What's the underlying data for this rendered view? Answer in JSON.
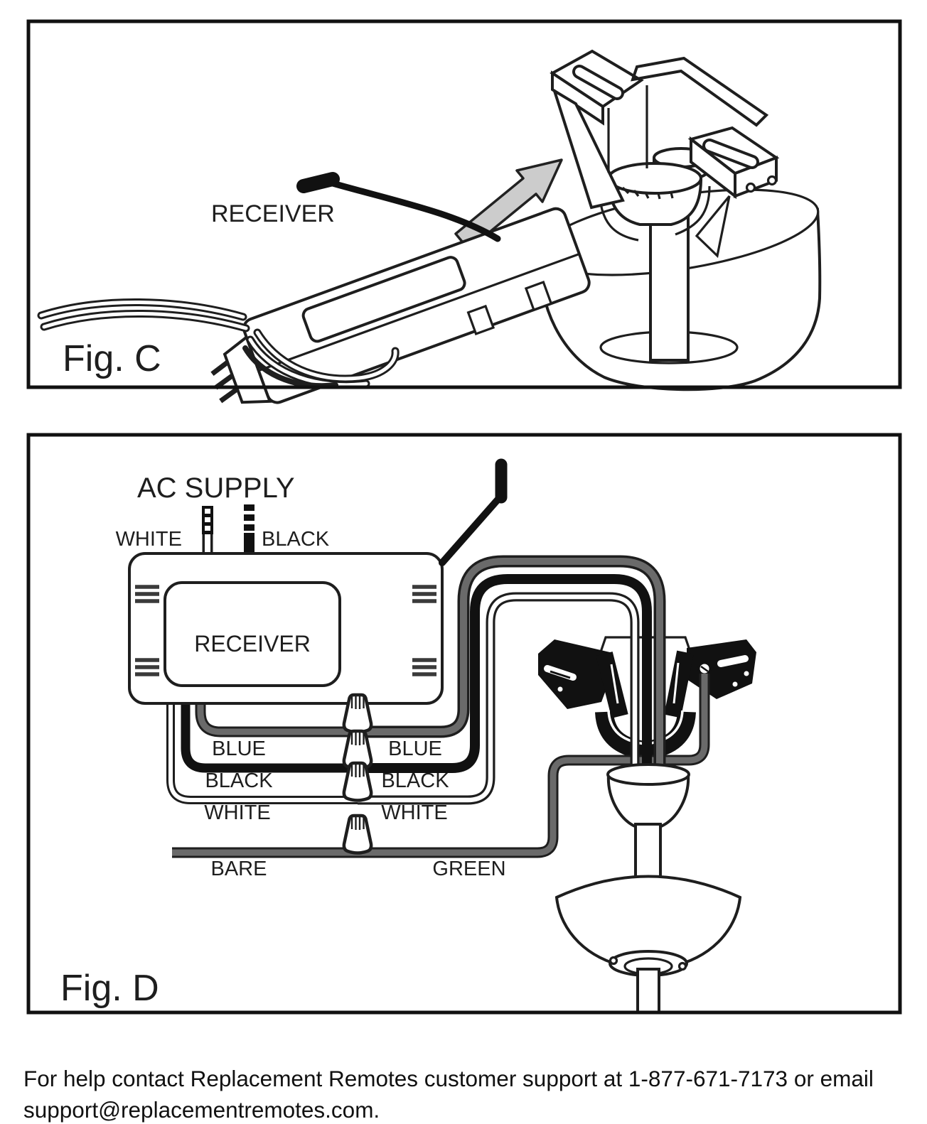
{
  "fig_c": {
    "caption": "Fig. C",
    "receiver_label": "RECEIVER"
  },
  "fig_d": {
    "caption": "Fig. D",
    "ac_supply": "AC SUPPLY",
    "ac_white": "WHITE",
    "ac_black": "BLACK",
    "receiver_label": "RECEIVER",
    "wires": {
      "blue_left": "BLUE",
      "blue_right": "BLUE",
      "black_left": "BLACK",
      "black_right": "BLACK",
      "white_left": "WHITE",
      "white_right": "WHITE",
      "bare": "BARE",
      "green": "GREEN"
    }
  },
  "footer": {
    "line1": "For help contact Replacement Remotes customer support at 1-877-671-7173 or email",
    "line2": "support@replacementremotes.com."
  },
  "colors": {
    "ink": "#1e1e1e",
    "wire_gray": "#6a6a6a",
    "arrow_fill": "#cccccc"
  }
}
